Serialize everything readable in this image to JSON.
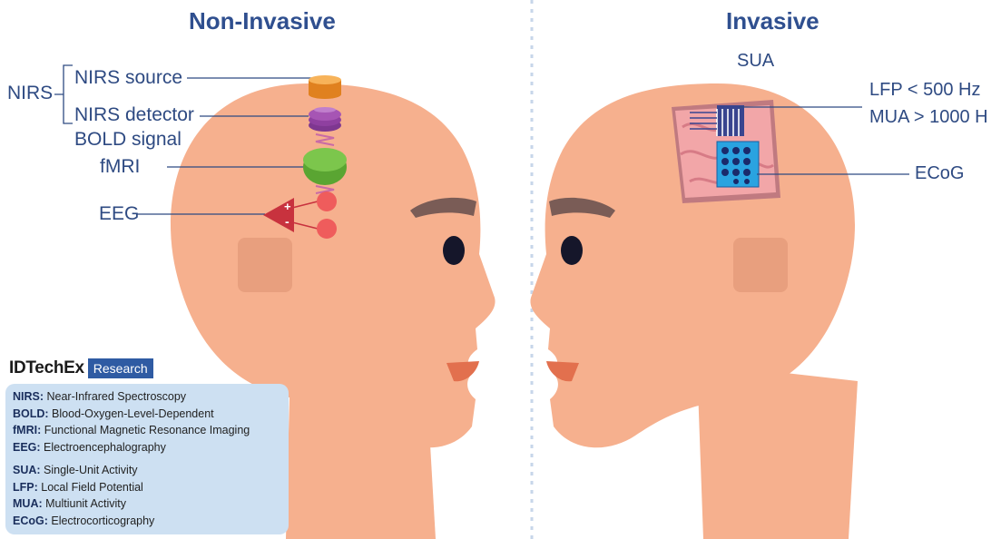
{
  "headings": {
    "left": "Non-Invasive",
    "right": "Invasive"
  },
  "labels": {
    "nirs": "NIRS",
    "nirs_source": "NIRS source",
    "nirs_detector": "NIRS detector",
    "bold_signal": "BOLD signal",
    "fmri": "fMRI",
    "eeg": "EEG",
    "eeg_plus": "+",
    "eeg_minus": "-",
    "sua": "SUA",
    "lfp": "LFP < 500 Hz",
    "mua": "MUA > 1000 H",
    "ecog": "ECoG"
  },
  "brand": {
    "name": "IDTechEx",
    "tag": "Research"
  },
  "legend": {
    "groups": [
      [
        {
          "abbr": "NIRS:",
          "text": " Near-Infrared Spectroscopy"
        },
        {
          "abbr": "BOLD:",
          "text": " Blood-Oxygen-Level-Dependent"
        },
        {
          "abbr": "fMRI:",
          "text": " Functional Magnetic Resonance Imaging"
        },
        {
          "abbr": "EEG:",
          "text": " Electroencephalography"
        }
      ],
      [
        {
          "abbr": "SUA:",
          "text": " Single-Unit Activity"
        },
        {
          "abbr": "LFP:",
          "text": " Local Field Potential"
        },
        {
          "abbr": "MUA:",
          "text": " Multiunit Activity"
        },
        {
          "abbr": "ECoG:",
          "text": " Electrocorticography"
        }
      ]
    ]
  },
  "colors": {
    "skin": "#f6b08e",
    "skin_shadow": "#e89f7e",
    "eyebrow": "#7a5c56",
    "eye": "#15162a",
    "lips": "#e2704e",
    "label_blue": "#2e4a82",
    "heading_blue": "#2f4f8f",
    "divider": "#c7d6ea",
    "nirs_source": "#f39a2e",
    "nirs_detector": "#9a4aa6",
    "fmri": "#6cb83f",
    "eeg_electrode": "#ef5c5c",
    "eeg_amp": "#c8323e",
    "brain_pink": "#f2a6a8",
    "ecog_grid": "#2aa3e0"
  }
}
